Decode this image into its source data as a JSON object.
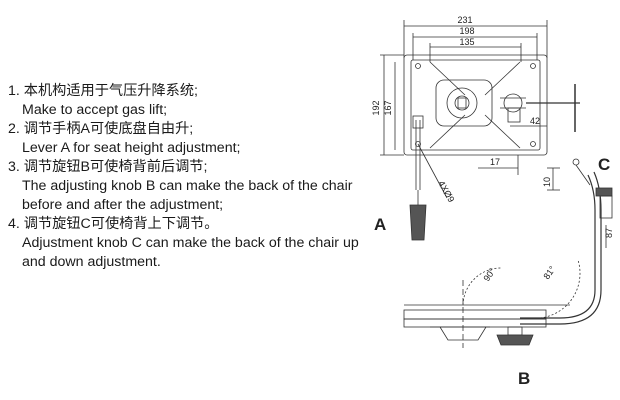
{
  "instructions": [
    {
      "cn": "1. 本机构适用于气压升降系统;",
      "en": "Make to accept gas lift;"
    },
    {
      "cn": "2. 调节手柄A可使底盘自由升;",
      "en": "Lever A for seat height adjustment;"
    },
    {
      "cn": "3. 调节旋钮B可使椅背前后调节;",
      "en": "The adjusting knob B can make the back of the chair before and after the adjustment;"
    },
    {
      "cn": "4. 调节旋钮C可使椅背上下调节。",
      "en": "Adjustment knob C can make the back of the chair up and down adjustment."
    }
  ],
  "dimensions": {
    "w231": "231",
    "w198": "198",
    "w135": "135",
    "h192": "192",
    "h167": "167",
    "d42": "42",
    "d17": "17",
    "d10": "10",
    "hole": "4XØ9",
    "d87": "87",
    "a90": "90°",
    "a81": "81°"
  },
  "labels": {
    "a": "A",
    "b": "B",
    "c": "C"
  }
}
